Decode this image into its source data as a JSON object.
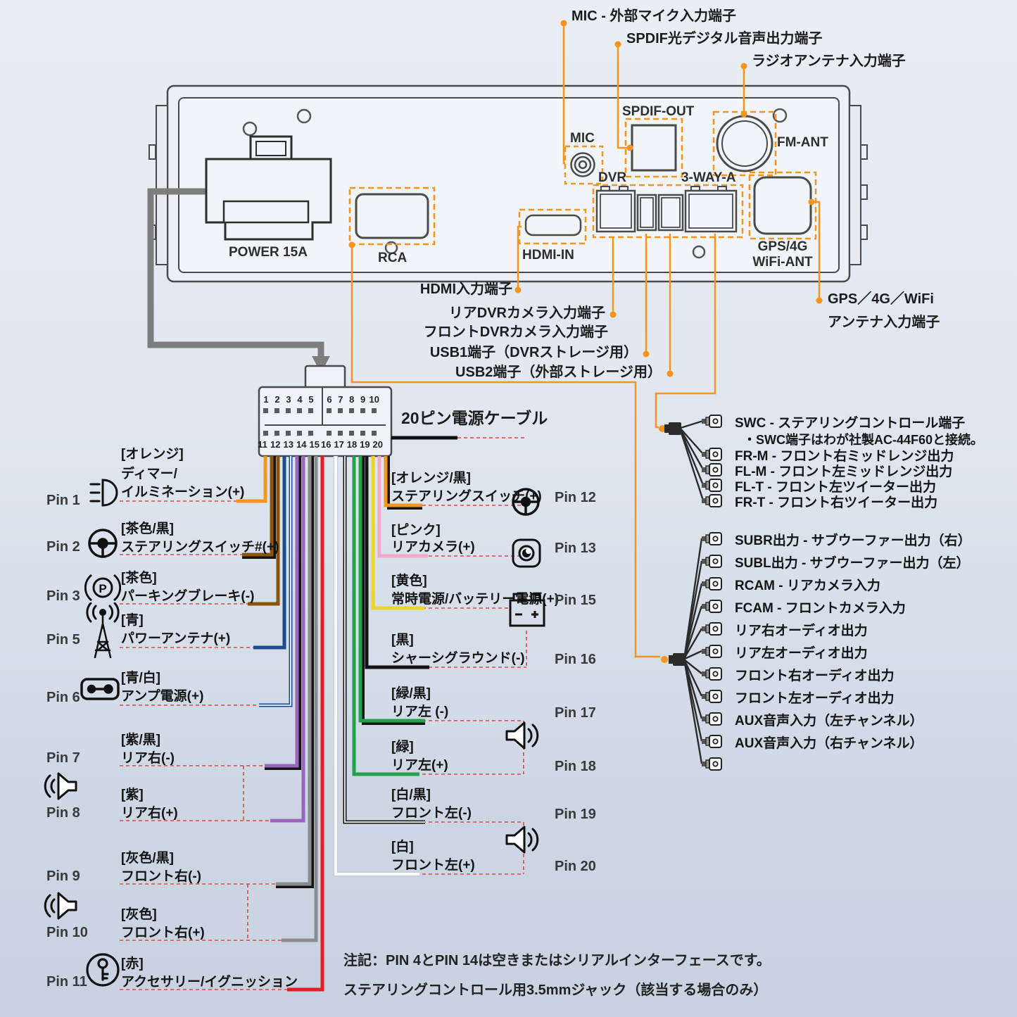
{
  "top_labels": {
    "mic": "MIC - 外部マイク入力端子",
    "spdif": "SPDIF光デジタル音声出力端子",
    "radio": "ラジオアンテナ入力端子"
  },
  "panel": {
    "power": "POWER 15A",
    "rca": "RCA",
    "hdmi": "HDMI-IN",
    "mic": "MIC",
    "spdif": "SPDIF-OUT",
    "fm": "FM-ANT",
    "dvr": "DVR",
    "three_way": "3-WAY-A",
    "gps_line1": "GPS/4G",
    "gps_line2": "WiFi-ANT"
  },
  "bottom_labels": {
    "hdmi": "HDMI入力端子",
    "rear_dvr": "リアDVRカメラ入力端子",
    "front_dvr": "フロントDVRカメラ入力端子",
    "usb1": "USB1端子（DVRストレージ用）",
    "usb2": "USB2端子（外部ストレージ用）",
    "gps1": "GPS／4G／WiFi",
    "gps2": "アンテナ入力端子"
  },
  "cable_label": "20ピン電源ケーブル",
  "connector": {
    "row_tl": [
      "1",
      "2",
      "3",
      "4",
      "5"
    ],
    "row_tr": [
      "6",
      "7",
      "8",
      "9",
      "10"
    ],
    "row_bl": [
      "11",
      "12",
      "13",
      "14",
      "15"
    ],
    "row_br": [
      "16",
      "17",
      "18",
      "19",
      "20"
    ]
  },
  "pins_left": [
    {
      "pin": "Pin 1",
      "tag": "[オレンジ]",
      "lines": [
        "ディマー/",
        "イルミネーション(+)"
      ]
    },
    {
      "pin": "Pin 2",
      "tag": "[茶色/黒]",
      "lines": [
        "ステアリングスイッチ#(+)"
      ]
    },
    {
      "pin": "Pin 3",
      "tag": "[茶色]",
      "lines": [
        "パーキングブレーキ(-)"
      ]
    },
    {
      "pin": "Pin 5",
      "tag": "[青]",
      "lines": [
        "パワーアンテナ(+)"
      ]
    },
    {
      "pin": "Pin 6",
      "tag": "[青/白]",
      "lines": [
        "アンプ電源(+)"
      ]
    },
    {
      "pin": "Pin 7",
      "tag": "[紫/黒]",
      "lines": [
        "リア右(-)"
      ]
    },
    {
      "pin": "Pin 8",
      "tag": "[紫]",
      "lines": [
        "リア右(+)"
      ]
    },
    {
      "pin": "Pin 9",
      "tag": "[灰色/黒]",
      "lines": [
        "フロント右(-)"
      ]
    },
    {
      "pin": "Pin 10",
      "tag": "[灰色]",
      "lines": [
        "フロント右(+)"
      ]
    },
    {
      "pin": "Pin 11",
      "tag": "[赤]",
      "lines": [
        "アクセサリー/イグニッション"
      ]
    }
  ],
  "pins_right": [
    {
      "pin": "Pin 12",
      "tag": "[オレンジ/黒]",
      "lines": [
        "ステアリングスイッチ(+)"
      ]
    },
    {
      "pin": "Pin 13",
      "tag": "[ピンク]",
      "lines": [
        "リアカメラ(+)"
      ]
    },
    {
      "pin": "Pin 15",
      "tag": "[黄色]",
      "lines": [
        "常時電源/バッテリー電源(+)"
      ]
    },
    {
      "pin": "Pin 16",
      "tag": "[黒]",
      "lines": [
        "シャーシグラウンド(-)"
      ]
    },
    {
      "pin": "Pin 17",
      "tag": "[緑/黒]",
      "lines": [
        "リア左 (-)"
      ]
    },
    {
      "pin": "Pin 18",
      "tag": "[緑]",
      "lines": [
        "リア左(+)"
      ]
    },
    {
      "pin": "Pin 19",
      "tag": "[白/黒]",
      "lines": [
        "フロント左(-)"
      ]
    },
    {
      "pin": "Pin 20",
      "tag": "[白]",
      "lines": [
        "フロント左(+)"
      ]
    }
  ],
  "harness_top": {
    "items": [
      "SWC - ステアリングコントロール端子",
      "FR-M - フロント右ミッドレンジ出力",
      "FL-M - フロント左ミッドレンジ出力",
      "FL-T - フロント左ツイーター出力",
      "FR-T - フロント右ツイーター出力"
    ],
    "note": "・SWC端子はわが社製AC-44F60と接続。"
  },
  "harness_bottom": {
    "items": [
      "SUBR出力 - サブウーファー出力（右）",
      "SUBL出力 - サブウーファー出力（左）",
      "RCAM - リアカメラ入力",
      "FCAM - フロントカメラ入力",
      "リア右オーディオ出力",
      "リア左オーディオ出力",
      "フロント右オーディオ出力",
      "フロント左オーディオ出力",
      "AUX音声入力（左チャンネル）",
      "AUX音声入力（右チャンネル）"
    ]
  },
  "note": {
    "line1": "注記：PIN 4とPIN 14は空きまたはシリアルインターフェースです。",
    "line2": "ステアリングコントロール用3.5mmジャック（該当する場合のみ）"
  },
  "icons": {
    "parking_p": "P"
  },
  "colors": {
    "accent": "#F7941D",
    "dash": "#DC4A45",
    "wire_orange": "#F7941D",
    "wire_brown": "#8A540E",
    "wire_blue": "#1C4C90",
    "wire_purple": "#9966BB",
    "wire_gray": "#8C8C8C",
    "wire_red": "#E31E24",
    "wire_green": "#23A14B",
    "wire_yellow": "#EAD62B",
    "wire_pink": "#F6A8C8",
    "wire_black": "#141414",
    "wire_white": "#FAFAFA",
    "wire_white_edge": "#C9CED6",
    "cable_gray": "#7D7D7D"
  }
}
